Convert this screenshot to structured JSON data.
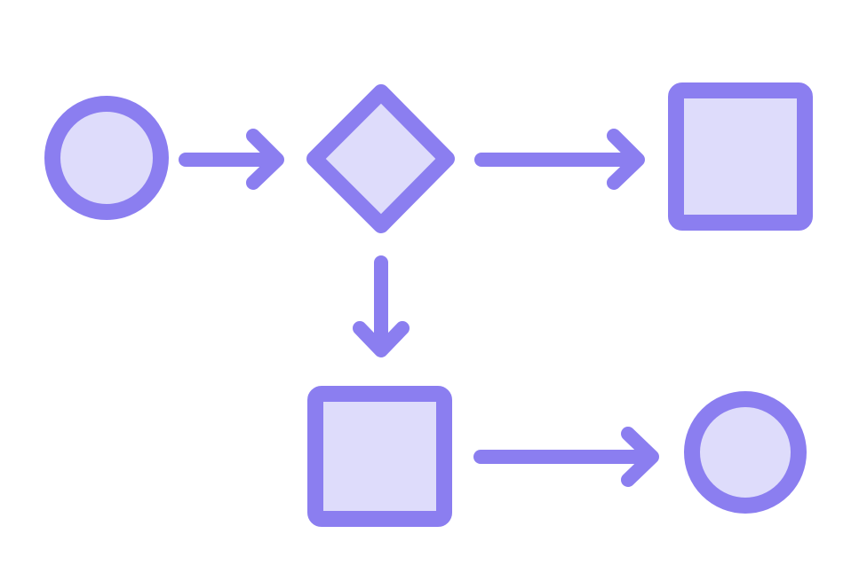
{
  "diagram": {
    "type": "flowchart",
    "colors": {
      "background": "#ffffff",
      "stroke": "#8b7ef0",
      "fill": "#dedcfb"
    },
    "nodes": [
      {
        "id": "start",
        "shape": "circle"
      },
      {
        "id": "decision",
        "shape": "diamond"
      },
      {
        "id": "process-right",
        "shape": "square"
      },
      {
        "id": "process-down",
        "shape": "square"
      },
      {
        "id": "end",
        "shape": "circle"
      }
    ],
    "edges": [
      {
        "from": "start",
        "to": "decision"
      },
      {
        "from": "decision",
        "to": "process-right"
      },
      {
        "from": "decision",
        "to": "process-down"
      },
      {
        "from": "process-down",
        "to": "end"
      }
    ]
  }
}
